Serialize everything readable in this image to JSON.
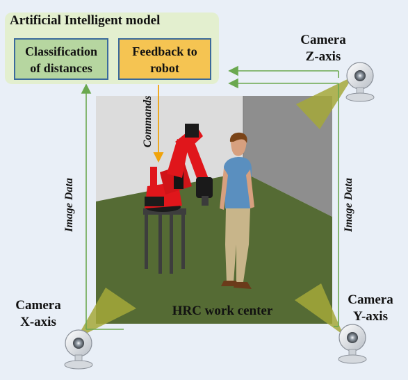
{
  "ai_model": {
    "title": "Artificial Intelligent model",
    "classification_line1": "Classification",
    "classification_line2": "of distances",
    "feedback_line1": "Feedback to",
    "feedback_line2": "robot"
  },
  "cameras": {
    "z_line1": "Camera",
    "z_line2": "Z-axis",
    "x_line1": "Camera",
    "x_line2": "X-axis",
    "y_line1": "Camera",
    "y_line2": "Y-axis"
  },
  "flows": {
    "commands": "Commands",
    "image_data_left": "Image Data",
    "image_data_right": "Image Data"
  },
  "work_center": "HRC work center",
  "colors": {
    "panel": "#e3efcf",
    "classification_box": "#b6d6a0",
    "feedback_box": "#f5c452",
    "arrow_green": "#6aa84f",
    "arrow_orange": "#f0a30a",
    "floor": "#556b34",
    "robot": "#e0161b"
  }
}
